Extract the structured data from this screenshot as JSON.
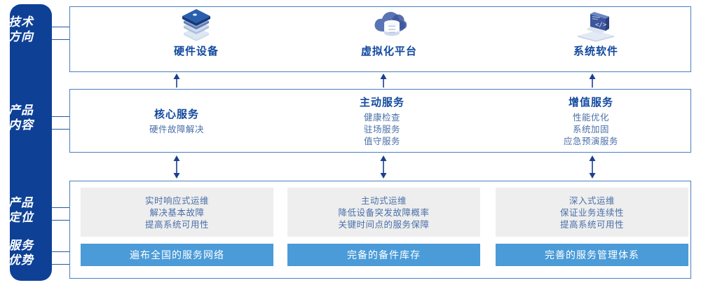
{
  "sidebar": {
    "bg_color": "#0e4196",
    "labels": [
      {
        "name": "tech-direction",
        "line1": "技术",
        "line2": "方向"
      },
      {
        "name": "product-content",
        "line1": "产品",
        "line2": "内容"
      },
      {
        "name": "product-position",
        "line1": "产品",
        "line2": "定位"
      },
      {
        "name": "service-advantage",
        "line1": "服务",
        "line2": "优势"
      }
    ]
  },
  "tech_band": {
    "columns": [
      {
        "icon": "server-stack-icon",
        "label": "硬件设备"
      },
      {
        "icon": "cloud-database-icon",
        "label": "虚拟化平台"
      },
      {
        "icon": "laptop-code-icon",
        "label": "系统软件"
      }
    ]
  },
  "content_band": {
    "columns": [
      {
        "title": "核心服务",
        "items": [
          "硬件故障解决"
        ]
      },
      {
        "title": "主动服务",
        "items": [
          "健康检查",
          "驻场服务",
          "值守服务"
        ]
      },
      {
        "title": "增值服务",
        "items": [
          "性能优化",
          "系统加固",
          "应急预演服务"
        ]
      }
    ]
  },
  "bottom_band": {
    "columns": [
      {
        "positioning": [
          "实时响应式运维",
          "解决基本故障",
          "提高系统可用性"
        ],
        "advantage": "遍布全国的服务网络"
      },
      {
        "positioning": [
          "主动式运维",
          "降低设备突发故障概率",
          "关键时间点的服务保障"
        ],
        "advantage": "完备的备件库存"
      },
      {
        "positioning": [
          "深入式运维",
          "保证业务连续性",
          "提高系统可用性"
        ],
        "advantage": "完善的服务管理体系"
      }
    ]
  },
  "colors": {
    "navy": "#0e4196",
    "heading_blue": "#12499f",
    "body_blue": "#4a6fa8",
    "bar_blue": "#4a9bd8",
    "border_blue": "#4a7fc1",
    "grey_box": "#eeeeee"
  }
}
